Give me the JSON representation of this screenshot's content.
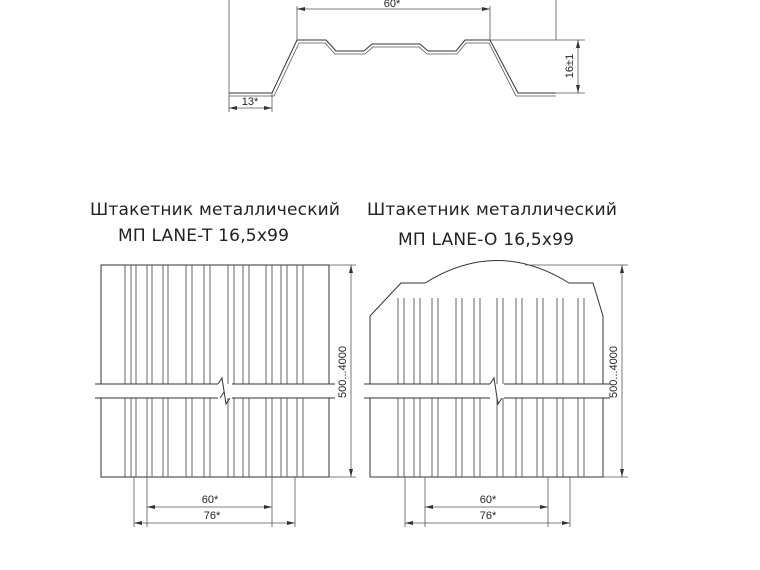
{
  "profile": {
    "width_top": "60*",
    "height": "16±1",
    "flange": "13*"
  },
  "picket_t": {
    "title_line1": "Штакетник металлический",
    "title_line2": "МП LANE-T 16,5х99",
    "length": "500...4000",
    "width_inner": "60*",
    "width_outer": "76*"
  },
  "picket_o": {
    "title_line1": "Штакетник металлический",
    "title_line2": "МП LANE-O 16,5х99",
    "length": "500...4000",
    "width_inner": "60*",
    "width_outer": "76*"
  }
}
